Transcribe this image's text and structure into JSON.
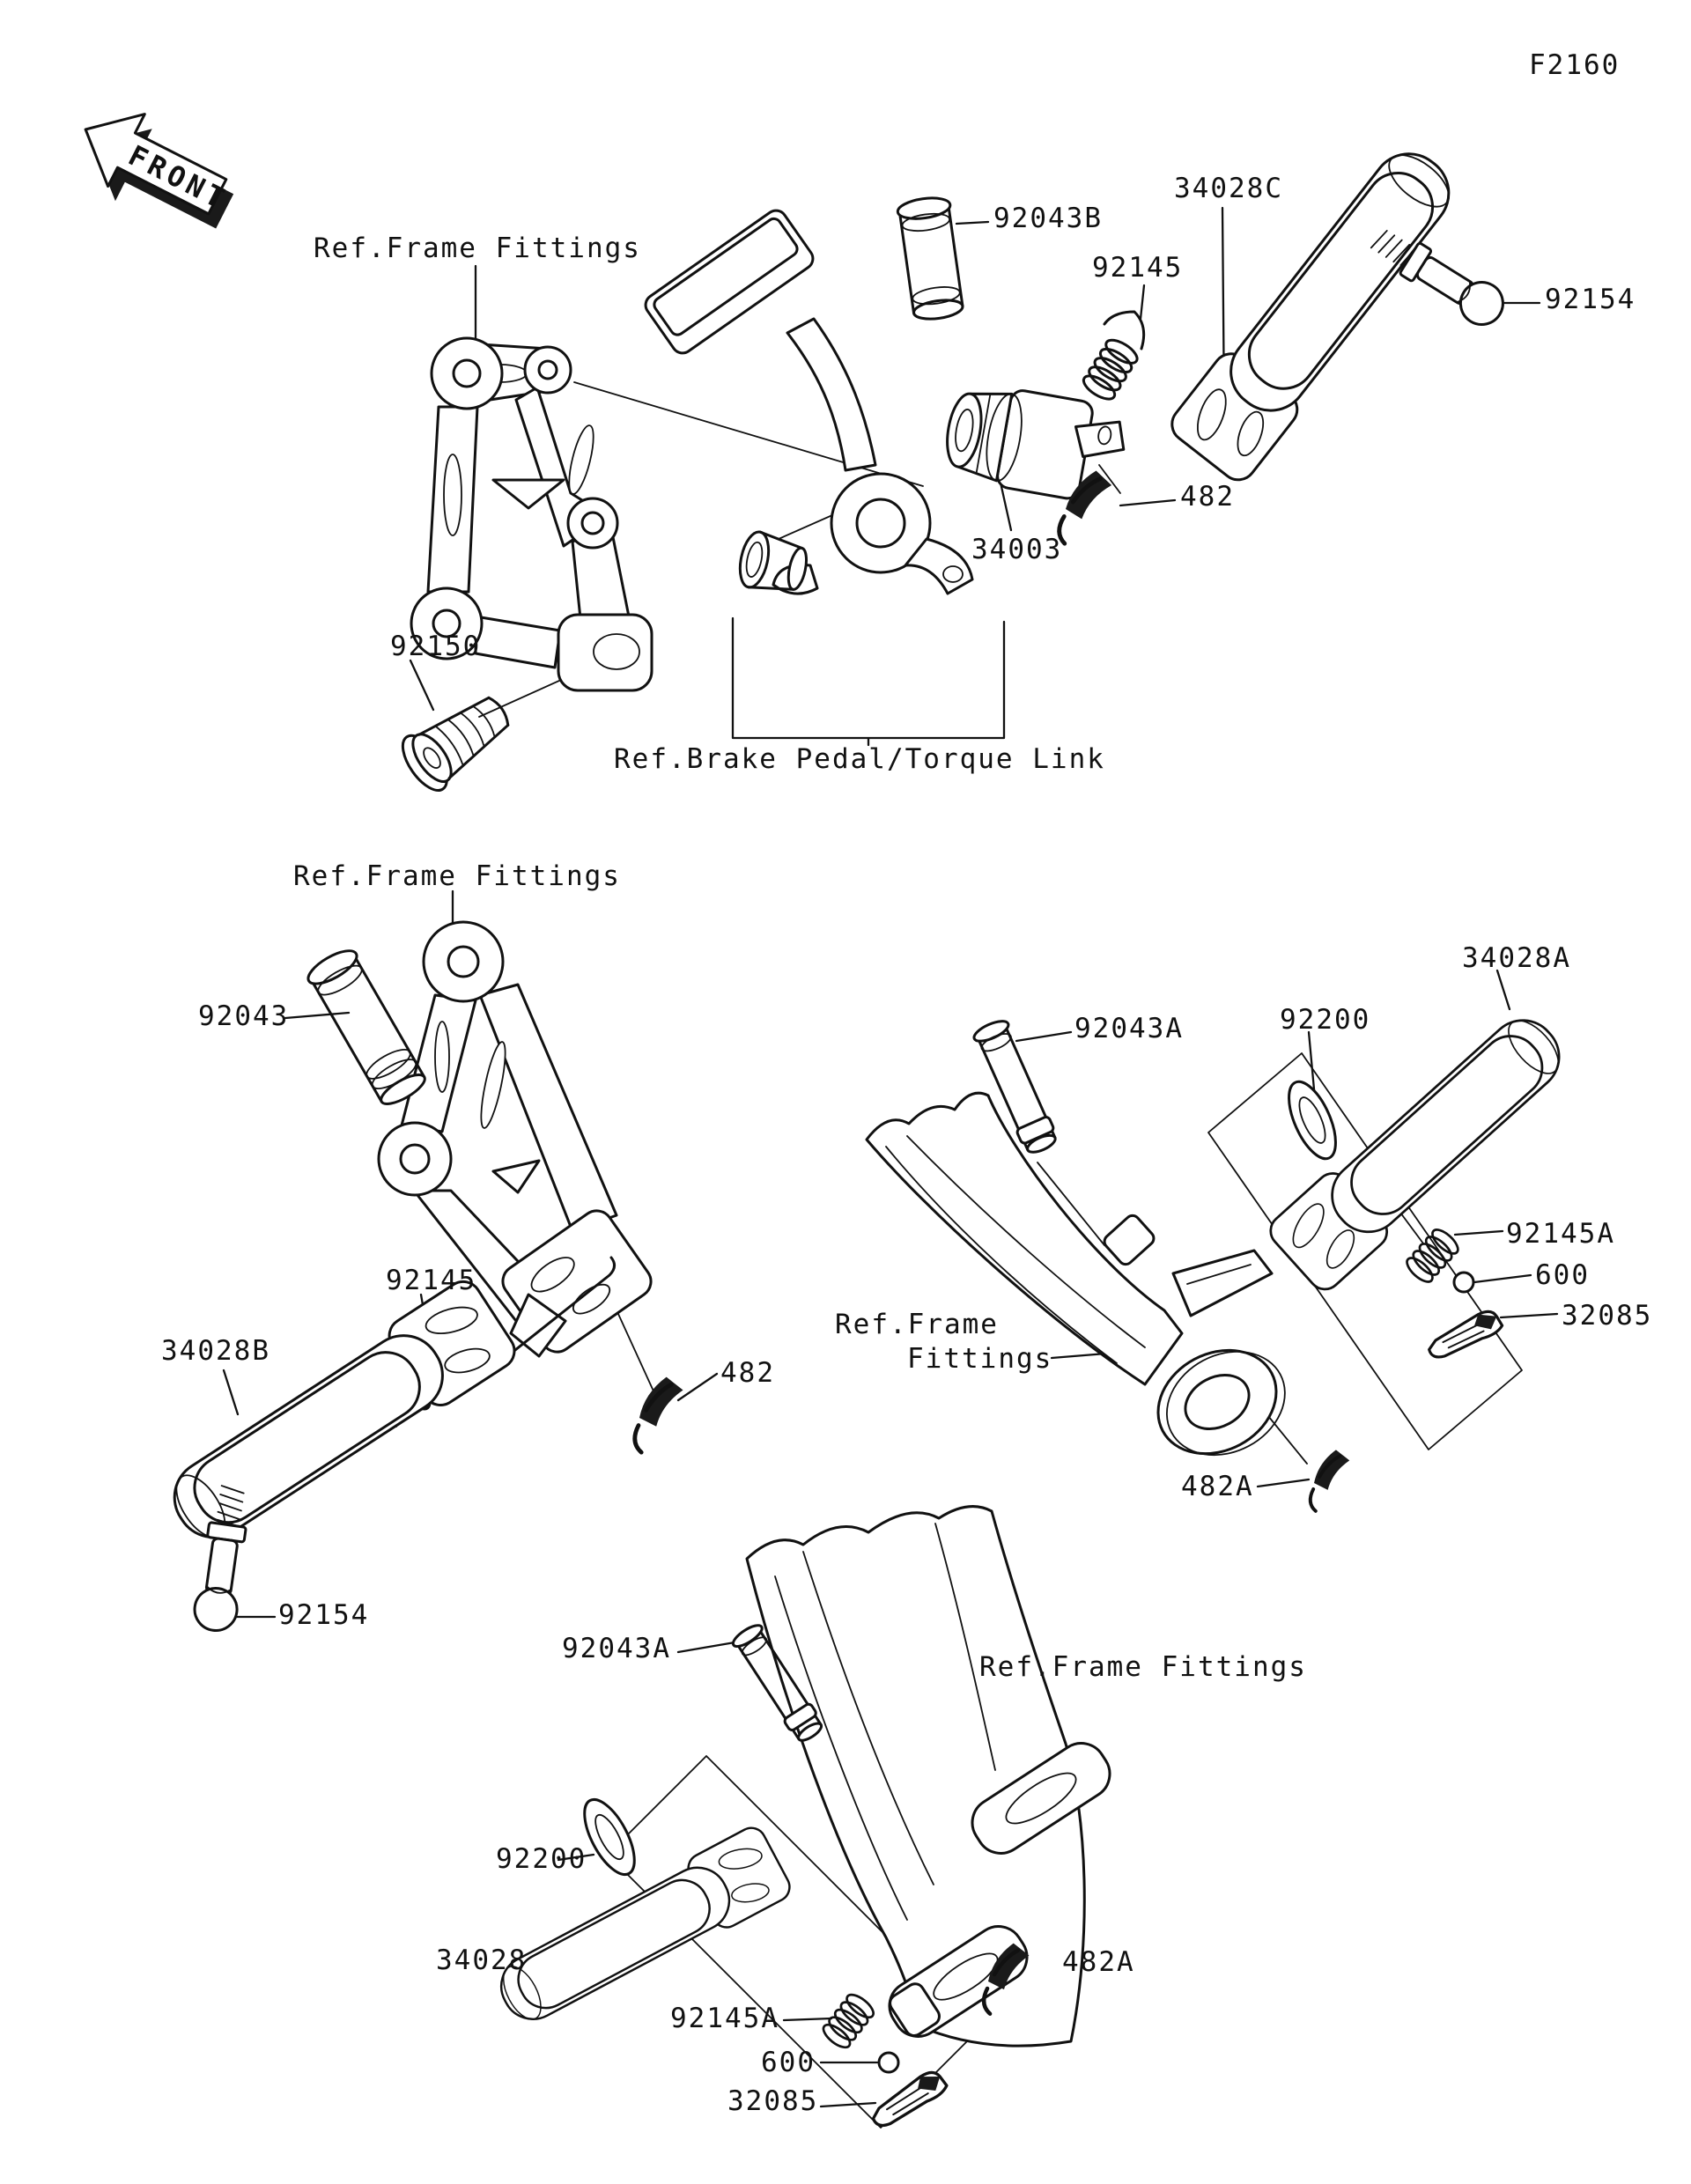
{
  "page": {
    "figure_code": "F2160"
  },
  "front_badge": {
    "label": "FRONT"
  },
  "colors": {
    "line": "#111111",
    "background": "#ffffff"
  },
  "callouts": {
    "ref_frame_fittings_top": "Ref.Frame Fittings",
    "p92043B": "92043B",
    "p34028C": "34028C",
    "p92145_top": "92145",
    "p92154_top": "92154",
    "p482_top": "482",
    "p34003": "34003",
    "p92150": "92150",
    "ref_brake_pedal": "Ref.Brake Pedal/Torque Link",
    "ref_frame_fittings_left": "Ref.Frame Fittings",
    "p92043": "92043",
    "p92145_left": "92145",
    "p34028B": "34028B",
    "p482_left": "482",
    "p92154_left": "92154",
    "p92043A_right": "92043A",
    "p92200_right": "92200",
    "p34028A": "34028A",
    "p92145A_right": "92145A",
    "p600_right": "600",
    "p32085_right": "32085",
    "ref_frame_mid_line1": "Ref.Frame",
    "ref_frame_mid_line2": "Fittings",
    "p482A_right": "482A",
    "p92043A_bottom": "92043A",
    "ref_frame_fittings_bottom": "Ref.Frame Fittings",
    "p92200_bottom": "92200",
    "p34028": "34028",
    "p482A_bottom": "482A",
    "p92145A_bottom": "92145A",
    "p600_bottom": "600",
    "p32085_bottom": "32085"
  }
}
